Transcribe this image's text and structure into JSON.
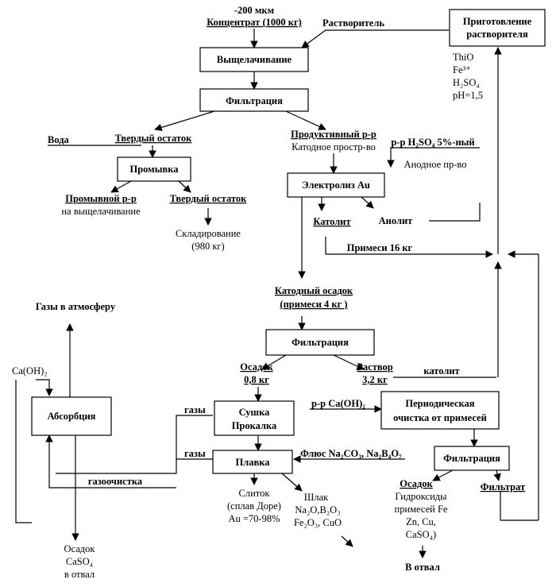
{
  "top": {
    "size": "-200 мкм",
    "concentrate": "Концентрат (1000 кг)",
    "solvent_label": "Растворитель"
  },
  "boxes": {
    "leaching": "Выщелачивание",
    "filtration1": "Фильтрация",
    "washing": "Промывка",
    "electrolysis": "Электролиз Au",
    "prep_line1": "Приготовление",
    "prep_line2": "растворителя",
    "filtration2": "Фильтрация",
    "absorption": "Абсорбция",
    "drying_line1": "Сушка",
    "drying_line2": "Прокалка",
    "smelting": "Плавка",
    "cleaning_line1": "Периодическая",
    "cleaning_line2": "очистка от примесей",
    "filtration3": "Фильтрация"
  },
  "reagents": {
    "line1": "ThiO",
    "line2": "Fe³⁺",
    "line3": "H₂SO₄",
    "line4": "pH=1,5"
  },
  "labels": {
    "water": "Вода",
    "solid_residue1": "Твердый остаток",
    "productive_solution": "Продуктивный р-р",
    "cathode_space": "Катодное простр-во",
    "h2so4_solution": "р-р H₂SO₄  5%-ный",
    "anode_space": "Анодное пр-во",
    "wash_solution": "Промывной р-р",
    "to_leaching": "на выщелачивание",
    "solid_residue2": "Твердый остаток",
    "storage": "Складирование",
    "storage_mass": "(980 кг)",
    "catholyte": "Католит",
    "anolyte": "Анолит",
    "impurities16": "Примеси 16 кг",
    "gases_atmosphere": "Газы в атмосферу",
    "cathode_deposit": "Катодный осадок",
    "impurities4": "(примеси 4 кг )",
    "caoh2": "Ca(OH)₂",
    "precipitate": "Осадок",
    "precipitate_mass": "0,8 кг",
    "solution": "Раствор",
    "solution_mass": "3,2 кг",
    "catholyte2": "католит",
    "gases1": "газы",
    "gases2": "газы",
    "caoh2_solution": "р-р Ca(OH)₂",
    "flux": "Флюс Na₂CO₃, Na₂B₄O₇",
    "gas_cleaning": "газоочистка",
    "ingot": "Слиток",
    "ingot_alloy": "(сплав Доре)",
    "ingot_au": "Au =70-98%",
    "slag": "Шлак",
    "slag_line1": "Na₂O,B₂O₃",
    "slag_line2": "Fe₂O₃, CuO",
    "precipitate2": "Осадок",
    "hydroxides1": "Гидроксиды",
    "hydroxides2": "примесей Fe",
    "hydroxides3": "Zn, Cu,",
    "hydroxides4": "CaSO₄)",
    "filtrate": "Фильтрат",
    "to_dump": "В отвал",
    "abs_precip1": "Осадок",
    "abs_precip2": "CaSO₄",
    "abs_precip3": "в отвал"
  }
}
